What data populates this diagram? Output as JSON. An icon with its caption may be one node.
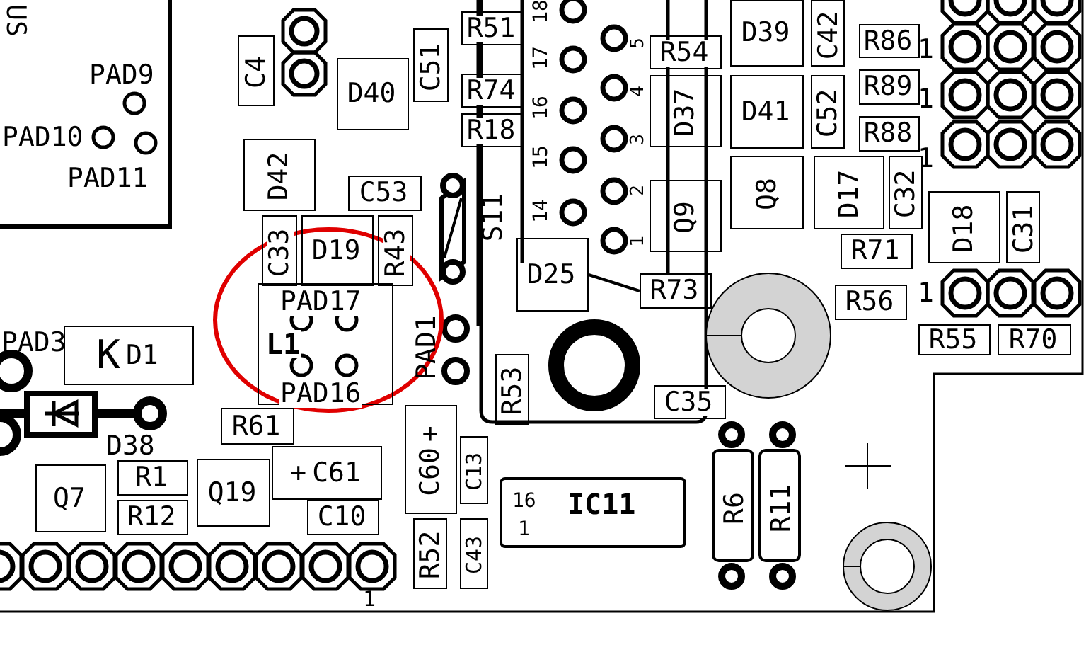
{
  "diagram": {
    "nodes": [
      {
        "text": [
          "C4"
        ]
      },
      {
        "text": [
          "D40"
        ]
      },
      {
        "text": [
          "C51"
        ]
      },
      {
        "text": [
          "R51"
        ]
      },
      {
        "text": [
          "R74"
        ]
      },
      {
        "text": [
          "R18"
        ]
      },
      {
        "text": [
          "D42"
        ]
      },
      {
        "text": [
          "C53"
        ]
      },
      {
        "text": [
          "C33"
        ]
      },
      {
        "text": [
          "D19"
        ]
      },
      {
        "text": [
          "R43"
        ]
      },
      {
        "text": [
          "PAD17",
          "L1",
          "PAD16"
        ]
      },
      {
        "text": [
          "D25"
        ]
      },
      {
        "text": [
          "R73"
        ]
      },
      {
        "text": [
          "Q9"
        ]
      },
      {
        "text": [
          "D37"
        ]
      },
      {
        "text": [
          "R54"
        ]
      },
      {
        "text": [
          "D39"
        ]
      },
      {
        "text": [
          "C42"
        ]
      },
      {
        "text": [
          "D41"
        ]
      },
      {
        "text": [
          "C52"
        ]
      },
      {
        "text": [
          "R86"
        ]
      },
      {
        "text": [
          "R89"
        ]
      },
      {
        "text": [
          "R88"
        ]
      },
      {
        "text": [
          "Q8"
        ]
      },
      {
        "text": [
          "D17"
        ]
      },
      {
        "text": [
          "C32"
        ]
      },
      {
        "text": [
          "D18"
        ]
      },
      {
        "text": [
          "C31"
        ]
      },
      {
        "text": [
          "R71"
        ]
      },
      {
        "text": [
          "R56"
        ]
      },
      {
        "text": [
          "R55"
        ]
      },
      {
        "text": [
          "R70"
        ]
      },
      {
        "text": [
          "K",
          "D1"
        ]
      },
      {
        "text": [
          "R61"
        ]
      },
      {
        "text": [
          "C60",
          "+"
        ]
      },
      {
        "text": [
          "+",
          "C61"
        ]
      },
      {
        "text": [
          "Q19"
        ]
      },
      {
        "text": [
          "R1"
        ]
      },
      {
        "text": [
          "R12"
        ]
      },
      {
        "text": [
          "Q7"
        ]
      },
      {
        "text": [
          "C10"
        ]
      },
      {
        "text": [
          "C13"
        ]
      },
      {
        "text": [
          "R53"
        ]
      },
      {
        "text": [
          "C35"
        ]
      },
      {
        "text": [
          "16",
          "IC11",
          "1"
        ]
      },
      {
        "text": [
          "R52"
        ]
      },
      {
        "text": [
          "C43"
        ]
      },
      {
        "text": [
          "R6"
        ]
      },
      {
        "text": [
          "R11"
        ]
      }
    ],
    "edges": [
      {
        "from": 12,
        "to": 13,
        "arrow": "none"
      }
    ],
    "labels": [
      "US",
      "PAD9",
      "PAD10",
      "PAD11",
      "18",
      "17",
      "16",
      "15",
      "14",
      "5",
      "4",
      "3",
      "2",
      "1",
      "S11",
      "1",
      "1",
      "1",
      "1",
      "PAD3",
      "PAD1",
      "D38",
      "1"
    ]
  }
}
